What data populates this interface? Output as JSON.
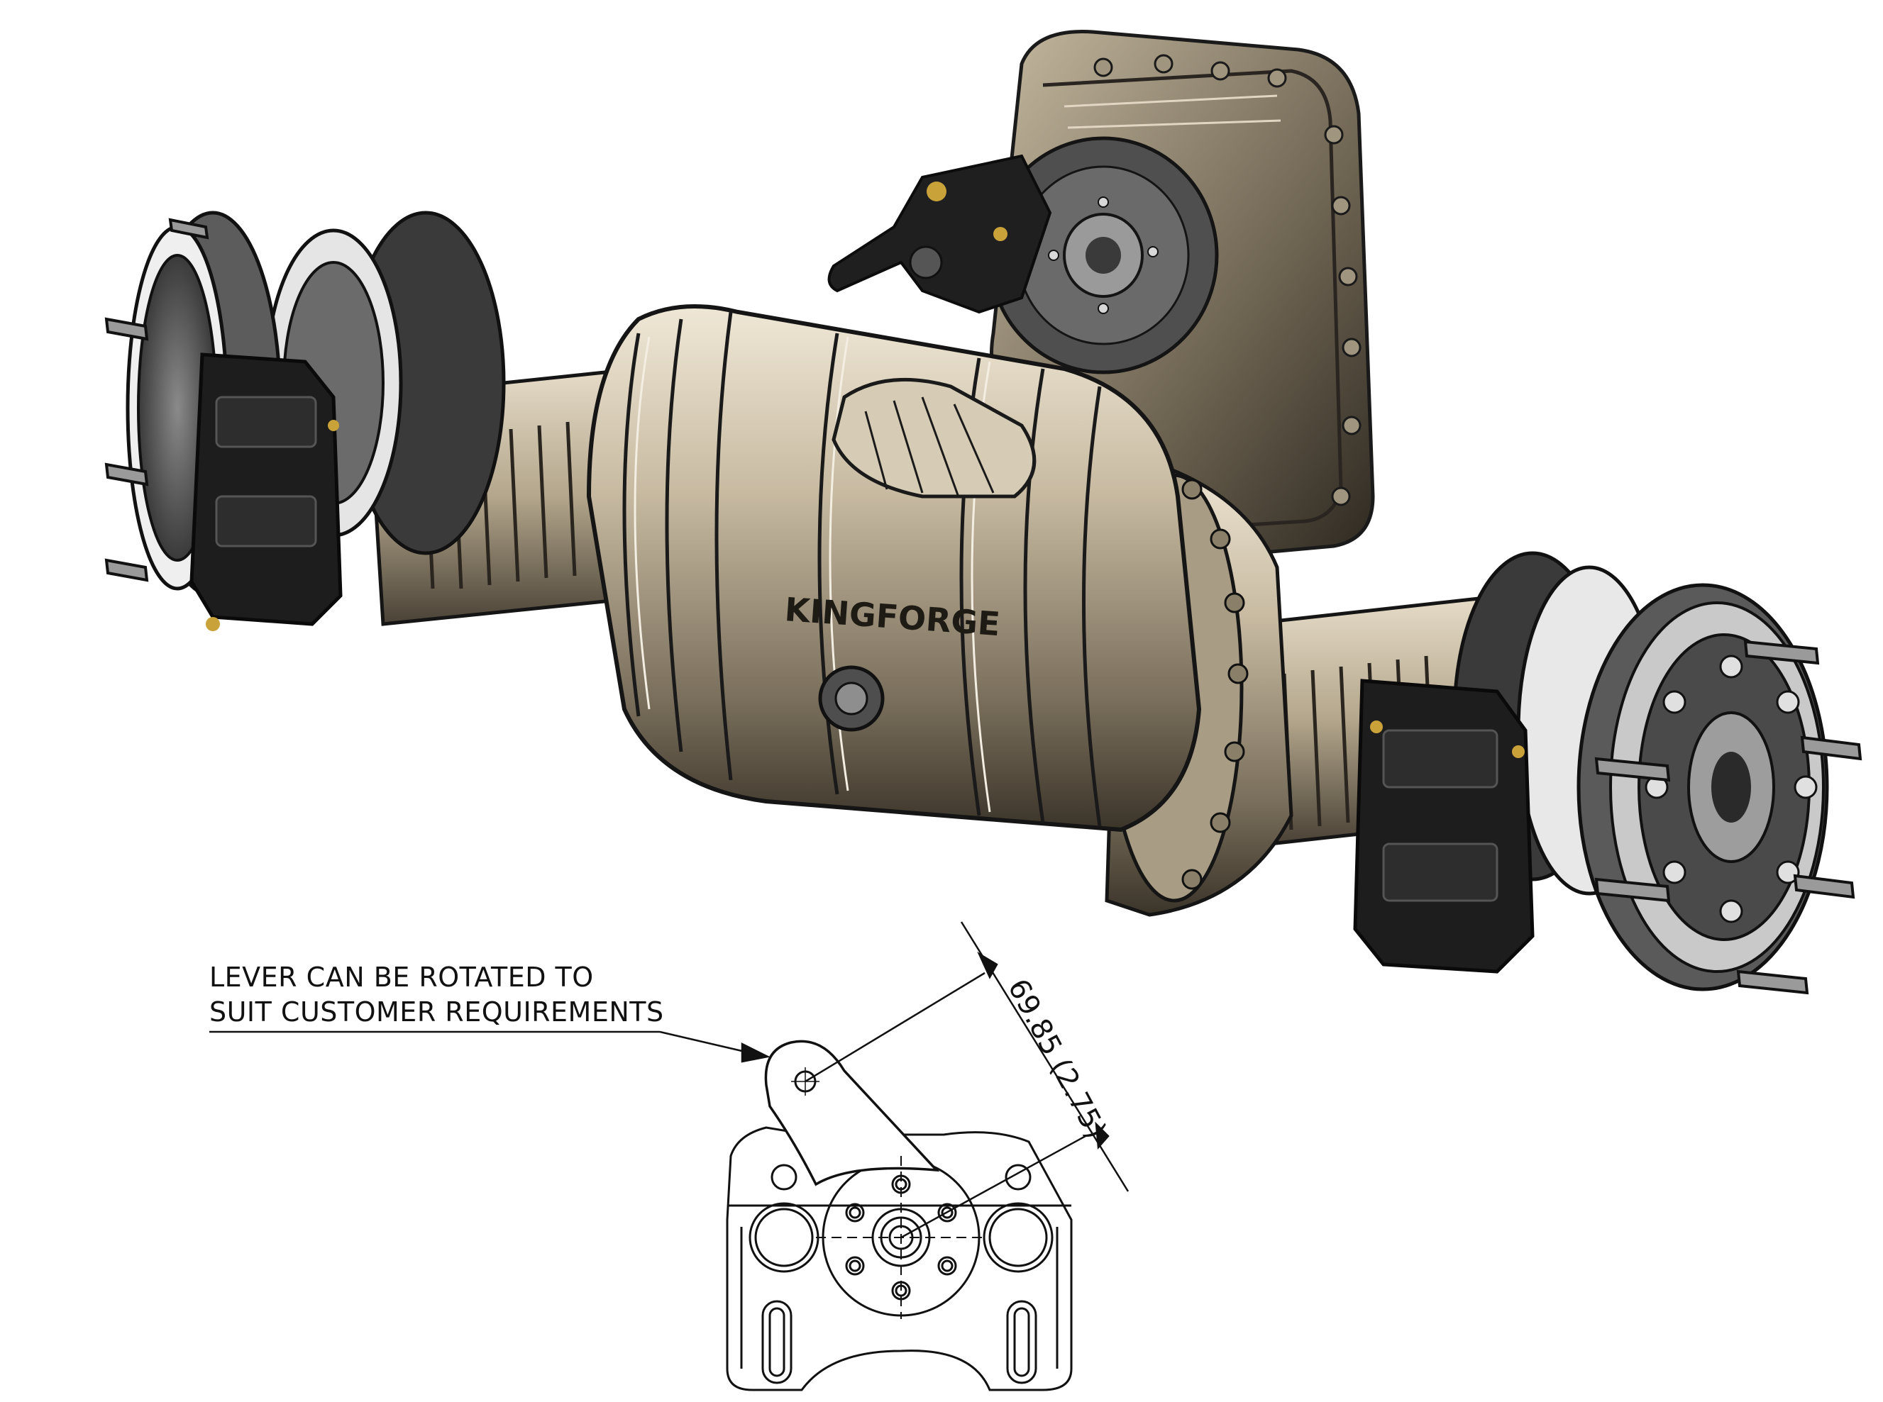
{
  "annotation": {
    "line1": "LEVER CAN BE ROTATED TO",
    "line2": "SUIT CUSTOMER REQUIREMENTS"
  },
  "dimension": {
    "label": "69.85 (2.75)"
  },
  "housing_marking": "KINGFORGE",
  "colors": {
    "background": "#ffffff",
    "metal_tan": "#c8bba2",
    "metal_dark": "#6e6452",
    "cast_grey": "#5a5a5a",
    "caliper_black": "#1d1d1d",
    "line": "#111111"
  }
}
